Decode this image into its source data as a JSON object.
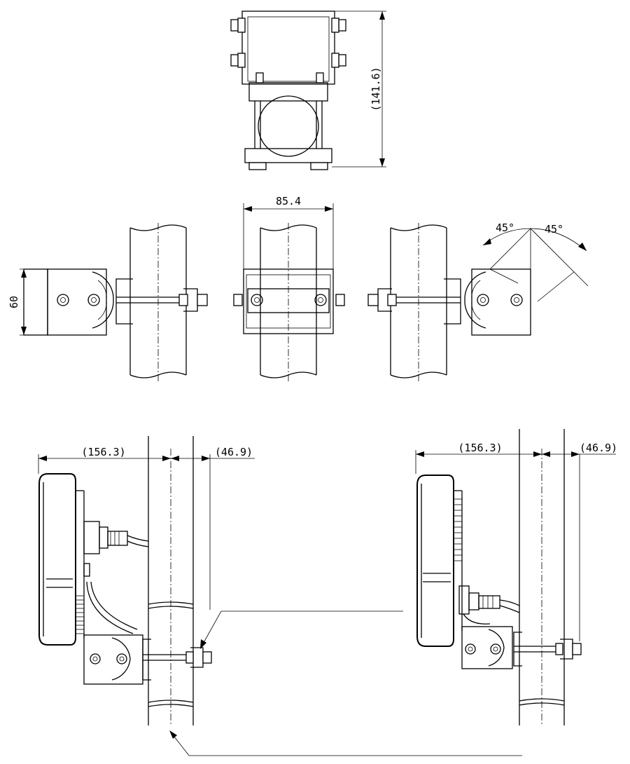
{
  "dimensions": {
    "bracket_height": "(141.6)",
    "bracket_width": "85.4",
    "bracket_depth": "60",
    "tilt_left": "45°",
    "tilt_right": "45°",
    "offset_left_a": "(156.3)",
    "offset_left_b": "(46.9)",
    "offset_right_a": "(156.3)",
    "offset_right_b": "(46.9)"
  }
}
